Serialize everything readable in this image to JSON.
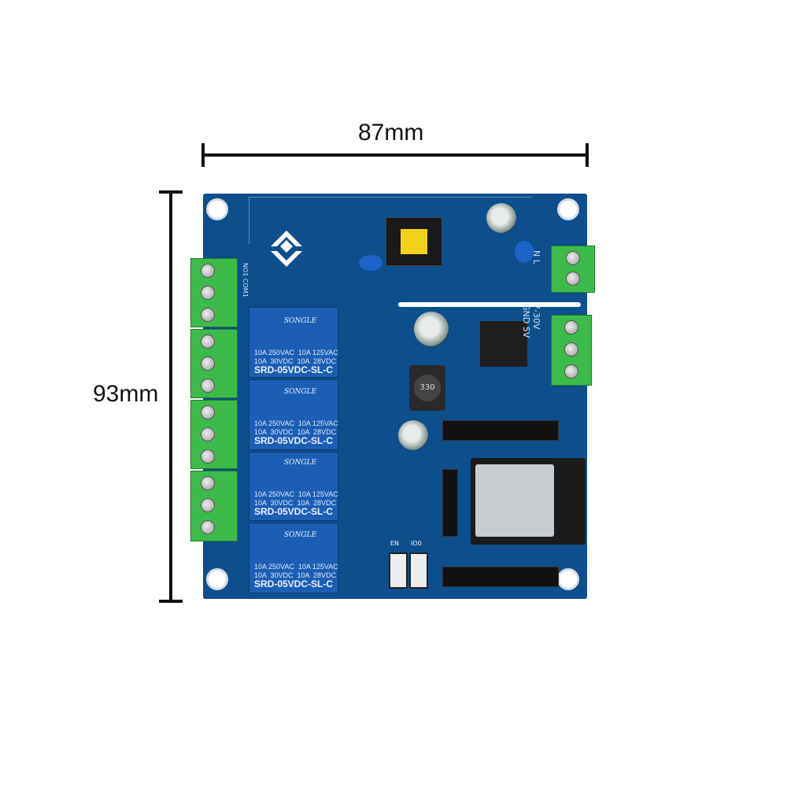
{
  "dimensions": {
    "width_label": "87mm",
    "height_label": "93mm"
  },
  "relays": [
    {
      "brand": "SONGLE",
      "rating": "10A 250VAC  10A 125VAC\n10A  30VDC  10A  28VDC",
      "model": "SRD-05VDC-SL-C"
    },
    {
      "brand": "SONGLE",
      "rating": "10A 250VAC  10A 125VAC\n10A  30VDC  10A  28VDC",
      "model": "SRD-05VDC-SL-C"
    },
    {
      "brand": "SONGLE",
      "rating": "10A 250VAC  10A 125VAC\n10A  30VDC  10A  28VDC",
      "model": "SRD-05VDC-SL-C"
    },
    {
      "brand": "SONGLE",
      "rating": "10A 250VAC  10A 125VAC\n10A  30VDC  10A  28VDC",
      "model": "SRD-05VDC-SL-C"
    }
  ],
  "silkscreen": {
    "power_in": "7-30V GND 5V",
    "ac_in": "N  L",
    "inductor": "330",
    "button_en": "EN",
    "button_io0": "IO0",
    "terminal_top": "NO1 COM1"
  },
  "colors": {
    "pcb": "#0d4f8c",
    "terminal": "#3dbb4a",
    "relay": "#1b5fb4"
  }
}
